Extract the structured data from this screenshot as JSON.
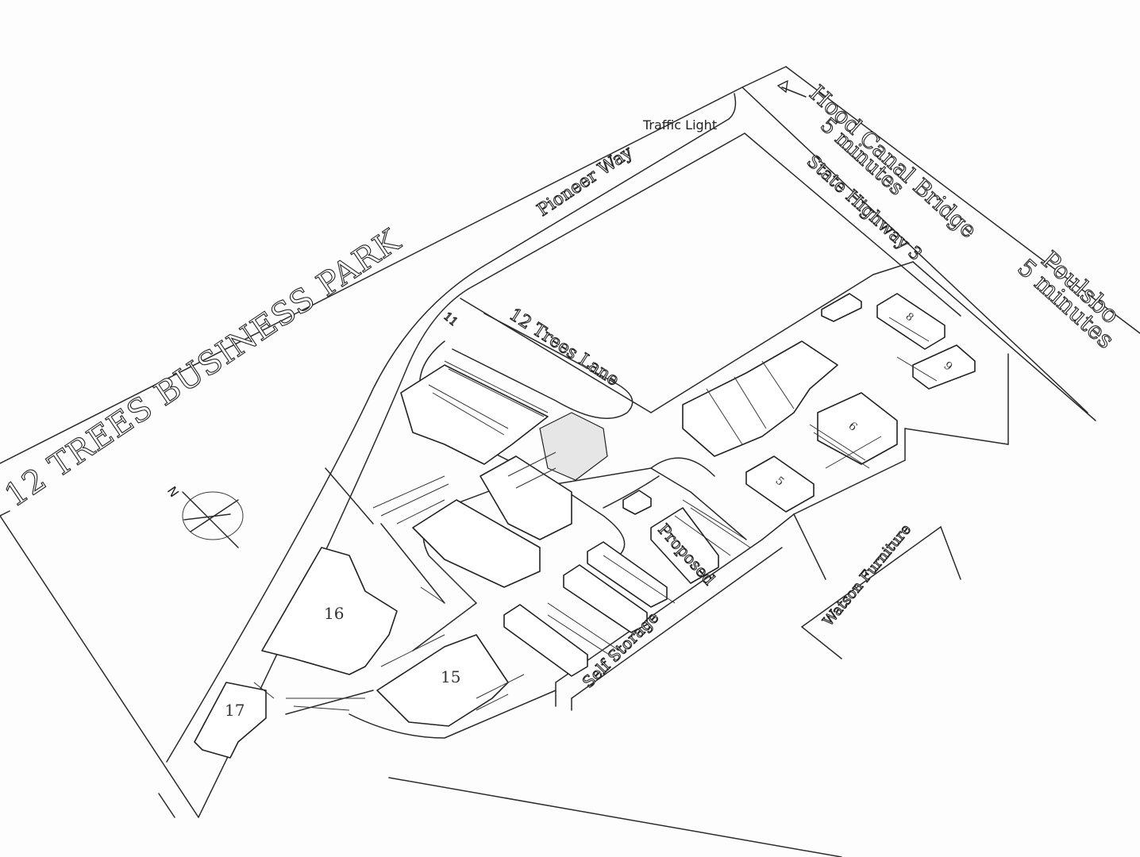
{
  "map": {
    "title": "12 TREES BUSINESS PARK",
    "labels": {
      "traffic_light": "Traffic Light",
      "pioneer_way": "Pioneer Way",
      "hood_canal": "Hood Canal Bridge",
      "hood_canal_time": "5 minutes",
      "state_highway": "State Highway 3",
      "poulsbo": "Poulsbo",
      "poulsbo_time": "5 minutes",
      "twelve_trees_lane": "12 Trees Lane",
      "road_marker": "11",
      "watson": "Watson Furniture",
      "self_storage": "Self Storage",
      "proposed": "Proposed",
      "compass_n": "N"
    },
    "buildings": [
      "5",
      "6",
      "8",
      "9",
      "15",
      "16",
      "17"
    ],
    "colors": {
      "ink": "#222222",
      "paper": "#fdfdfd"
    }
  }
}
